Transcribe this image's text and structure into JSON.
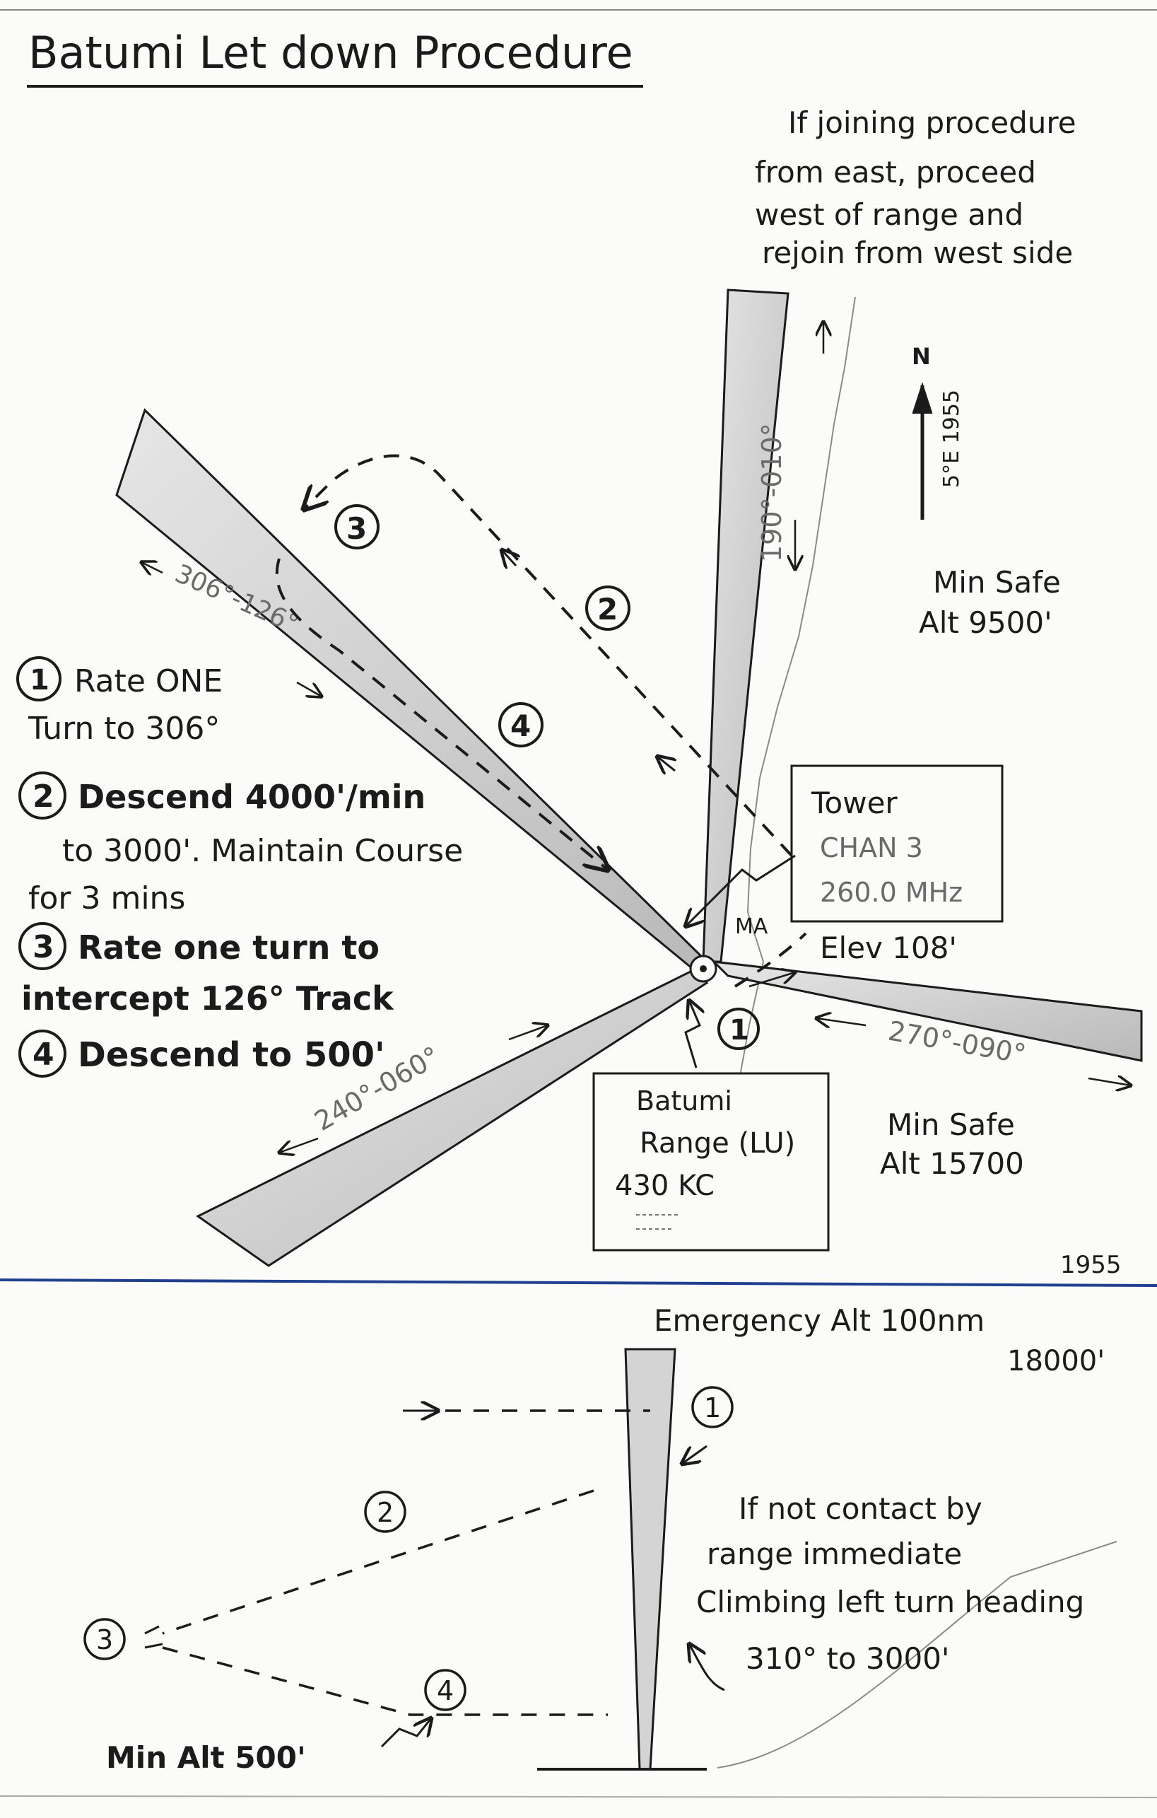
{
  "title": "Batumi Let down Procedure",
  "note_top": [
    "If joining procedure",
    "from east, proceed",
    "west of range and",
    "rejoin from west side"
  ],
  "north": {
    "letter": "N",
    "variation": "5°E 1955"
  },
  "min_safe_ne": [
    "Min Safe",
    "Alt 9500'"
  ],
  "min_safe_se": [
    "Min Safe",
    "Alt 15700"
  ],
  "legs": {
    "north": "190°-010°",
    "northwest": "306°-126°",
    "east": "270°-090°",
    "southwest": "240°-060°"
  },
  "steps": [
    {
      "num": "1",
      "lines": [
        "Rate ONE",
        "Turn to 306°"
      ]
    },
    {
      "num": "2",
      "lines": [
        "Descend 4000'/min",
        "to 3000'. Maintain Course",
        "for 3 mins"
      ]
    },
    {
      "num": "3",
      "lines": [
        "Rate one turn to",
        "intercept 126° Track"
      ]
    },
    {
      "num": "4",
      "lines": [
        "Descend to 500'"
      ]
    }
  ],
  "tower": [
    "Tower",
    "CHAN 3",
    "260.0 MHz"
  ],
  "elev": "Elev 108'",
  "station_mark": "MA",
  "range_box": [
    "Batumi",
    "Range (LU)",
    "430 KC"
  ],
  "year": "1955",
  "emergency": [
    "Emergency Alt 100nm",
    "18000'"
  ],
  "missed_approach": [
    "If not contact by",
    "range immediate",
    "Climbing left turn heading",
    "310° to 3000'"
  ],
  "min_alt": "Min Alt 500'",
  "profile_nums": [
    "1",
    "2",
    "3",
    "4"
  ],
  "colors": {
    "divider": "#1f3f8f",
    "ink": "#1b1b1b",
    "beam": "#c9c9c9"
  }
}
